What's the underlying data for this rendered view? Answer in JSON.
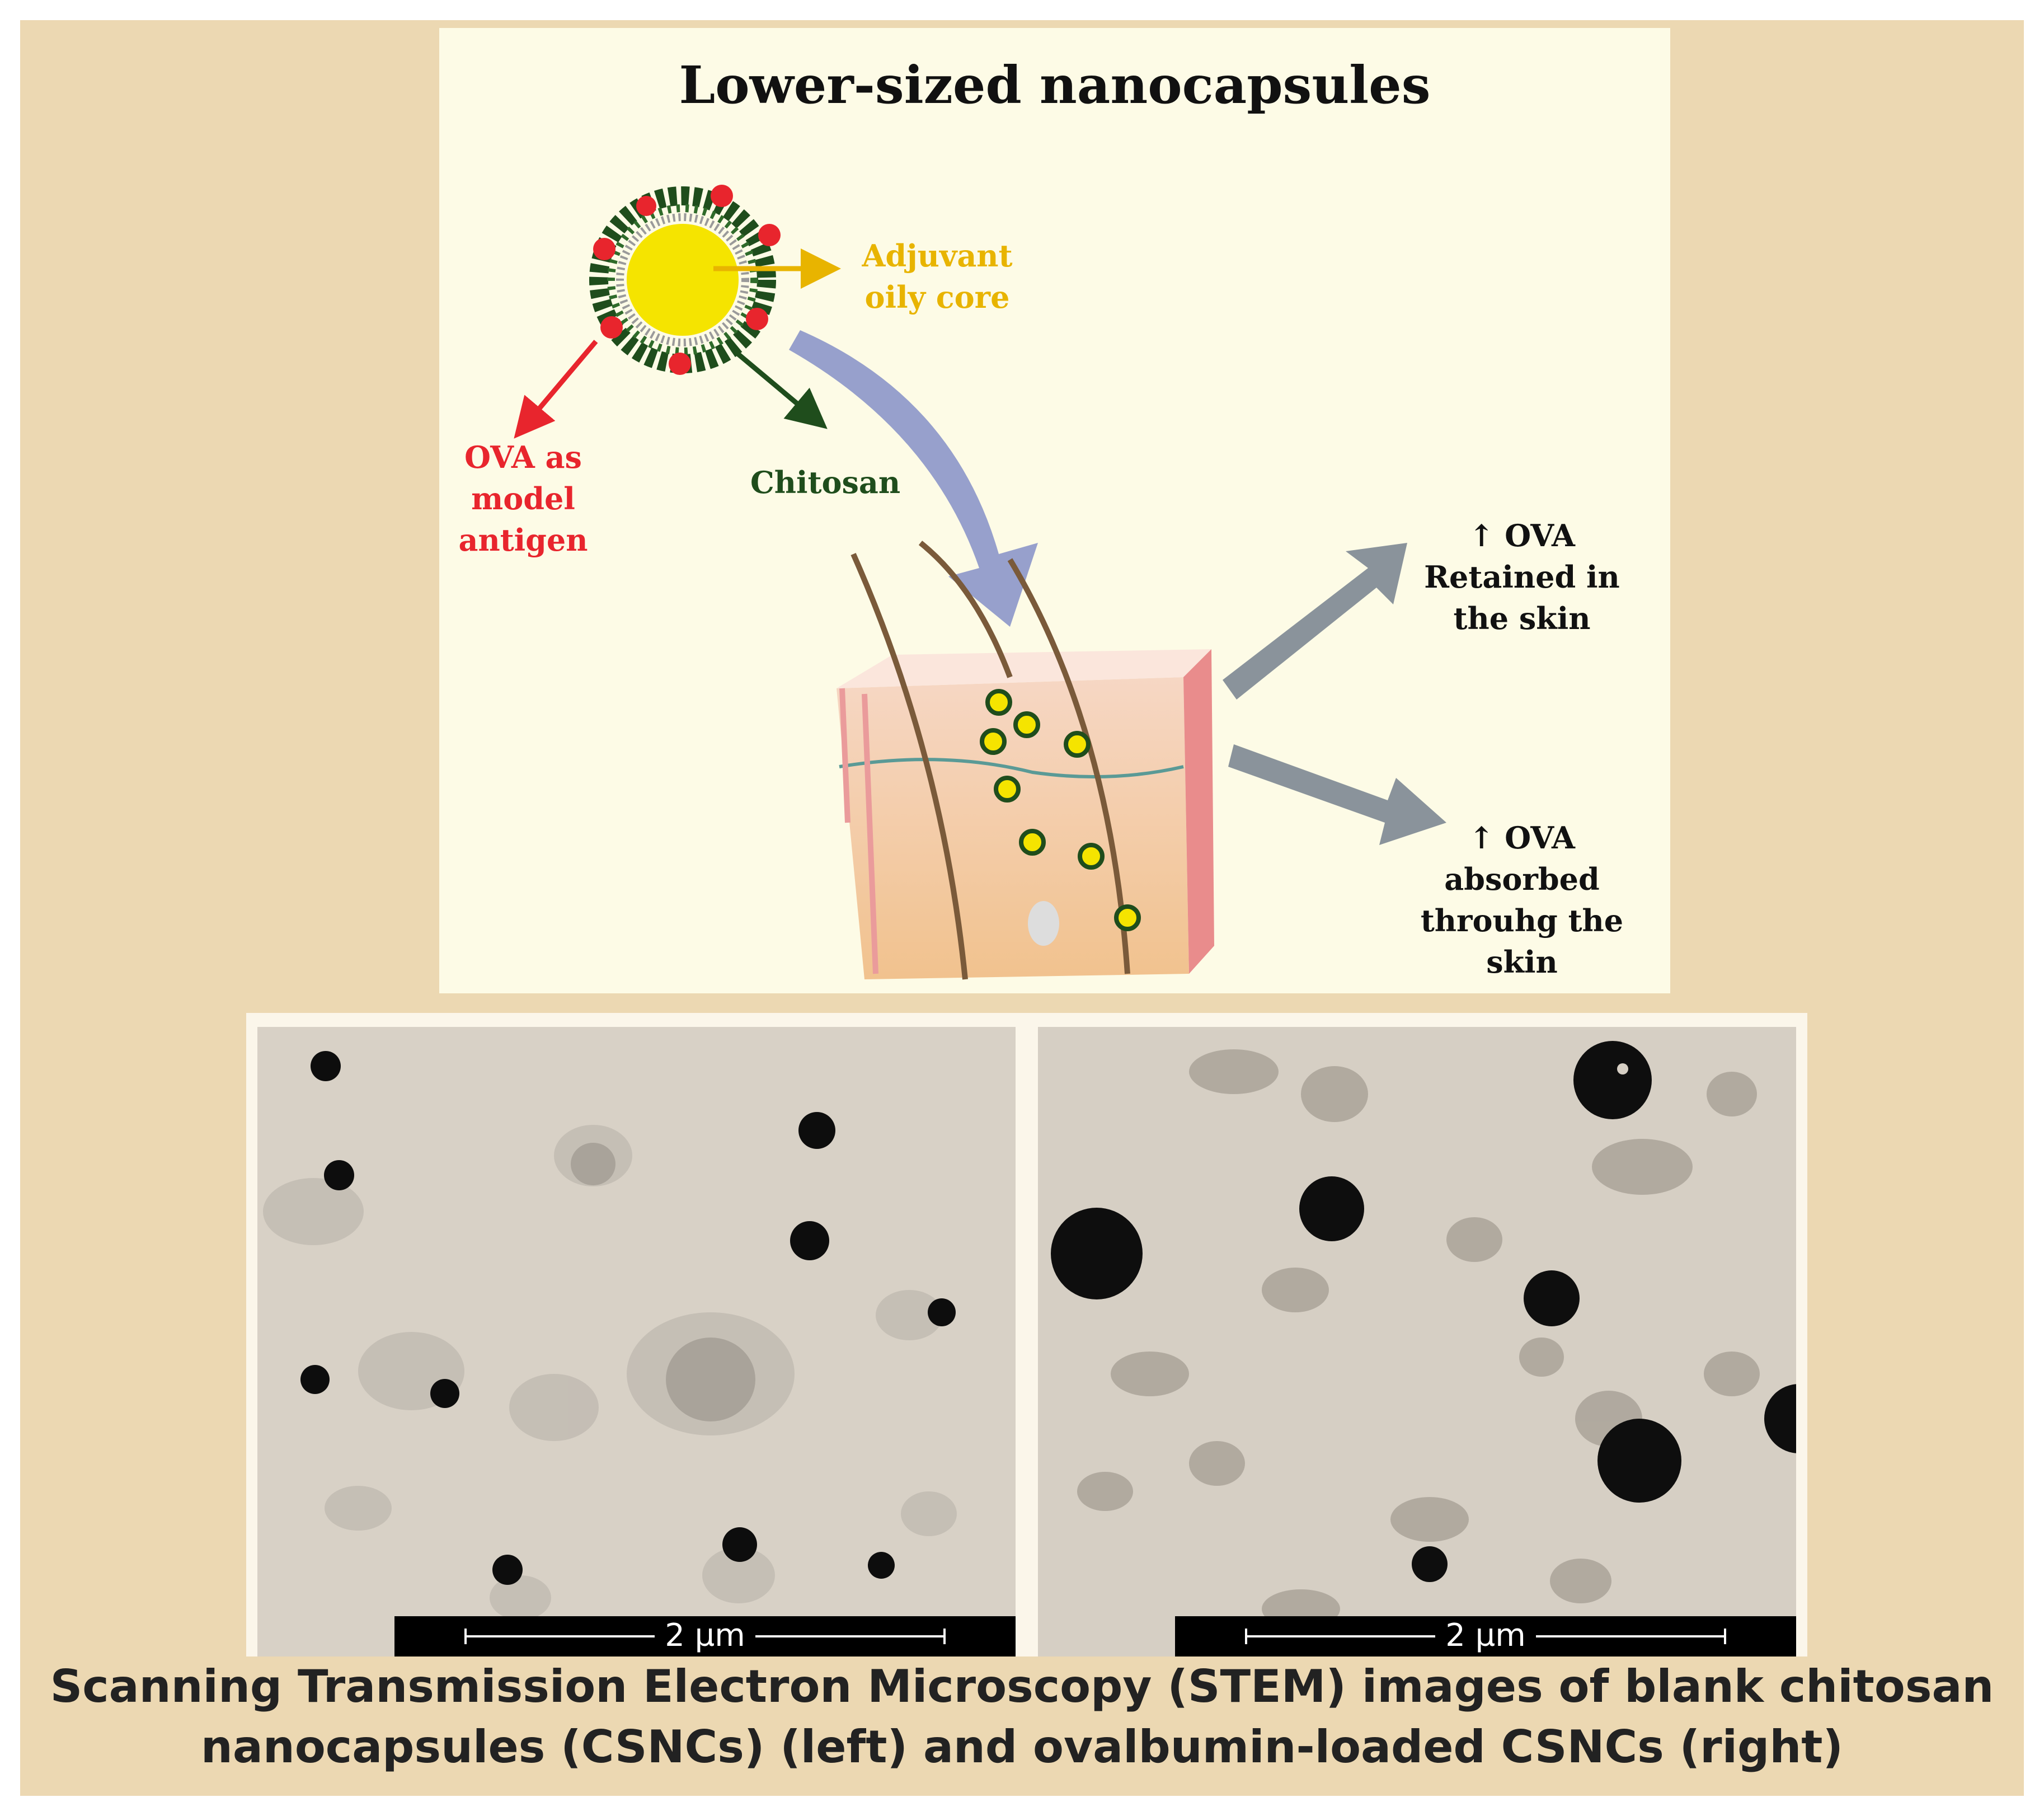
{
  "diagram": {
    "title": "Lower-sized nanocapsules",
    "labels": {
      "core_line1": "Adjuvant",
      "core_line2": "oily core",
      "antigen_line1": "OVA as",
      "antigen_line2": "model",
      "antigen_line3": "antigen",
      "chitosan": "Chitosan",
      "retained_line1": "↑ OVA",
      "retained_line2": "Retained in",
      "retained_line3": "the skin",
      "absorbed_line1": "↑ OVA",
      "absorbed_line2": "absorbed",
      "absorbed_line3": "throuhg the",
      "absorbed_line4": "skin"
    },
    "colors": {
      "core": "#f5e400",
      "core_label": "#e8b400",
      "antigen": "#e8252d",
      "chitosan": "#1f4d1c",
      "delivery_arrow": "#8c96c9",
      "outcome_arrows": "#8a939b"
    }
  },
  "micrographs": [
    {
      "scale_label": "2 µm"
    },
    {
      "scale_label": "2 µm"
    }
  ],
  "caption": {
    "line1": "Scanning Transmission Electron Microscopy (STEM) images of blank chitosan",
    "line2": "nanocapsules (CSNCs) (left) and ovalbumin-loaded CSNCs (right)"
  }
}
